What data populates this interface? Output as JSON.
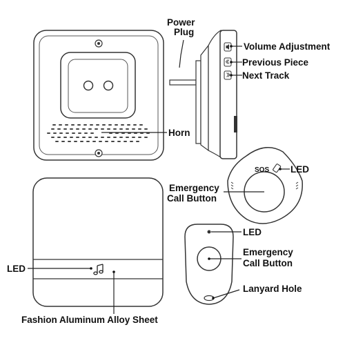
{
  "labels": {
    "power_plug": [
      "Power",
      "Plug"
    ],
    "volume_adjustment": "Volume Adjustment",
    "previous_piece": "Previous Piece",
    "next_track": "Next Track",
    "horn": "Horn",
    "led_pendant": "LED",
    "emergency_pendant": [
      "Emergency",
      "Call Button"
    ],
    "led_fob": "LED",
    "emergency_fob": [
      "Emergency",
      "Call Button"
    ],
    "lanyard_hole": "Lanyard Hole",
    "led_front": "LED",
    "fashion_sheet": "Fashion Aluminum Alloy Sheet"
  },
  "pendant": {
    "sos_text": "SOS"
  },
  "icons": {
    "front_led": "music-note-icon",
    "volume": "volume-icon",
    "previous": "previous-track-icon",
    "next": "next-track-icon"
  },
  "colors": {
    "line": "#222222",
    "outline": "#333333",
    "fill": "#ffffff",
    "dark": "#111111"
  }
}
